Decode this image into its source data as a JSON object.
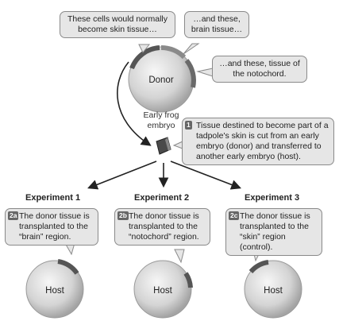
{
  "donor": {
    "callouts": {
      "skin": "These cells would normally become skin tissue…",
      "brain": "…and these, brain tissue…",
      "notochord": "…and these, tissue of the notochord."
    },
    "circle_label": "Donor",
    "caption_line1": "Early frog",
    "caption_line2": "embryo"
  },
  "step1": {
    "badge": "1",
    "text": "Tissue destined to become part of a tadpole's skin is cut from an early embryo (donor) and transferred to another early embryo (host)."
  },
  "experiments": [
    {
      "title": "Experiment 1",
      "badge": "2a",
      "text": "The donor tissue is transplanted to the “brain” region.",
      "host_label": "Host"
    },
    {
      "title": "Experiment 2",
      "badge": "2b",
      "text": "The donor tissue is transplanted to the “notochord” region.",
      "host_label": "Host"
    },
    {
      "title": "Experiment 3",
      "badge": "2c",
      "text": "The donor tissue is transplanted to the “skin” region (control).",
      "host_label": "Host"
    }
  ],
  "colors": {
    "skin_tissue": "#555555",
    "brain_tissue": "#8a8a8a",
    "notochord_tissue": "#6a6a6a",
    "embryo_light": "#f5f5f5",
    "embryo_dark": "#a8a8a8",
    "arrow": "#222222"
  }
}
